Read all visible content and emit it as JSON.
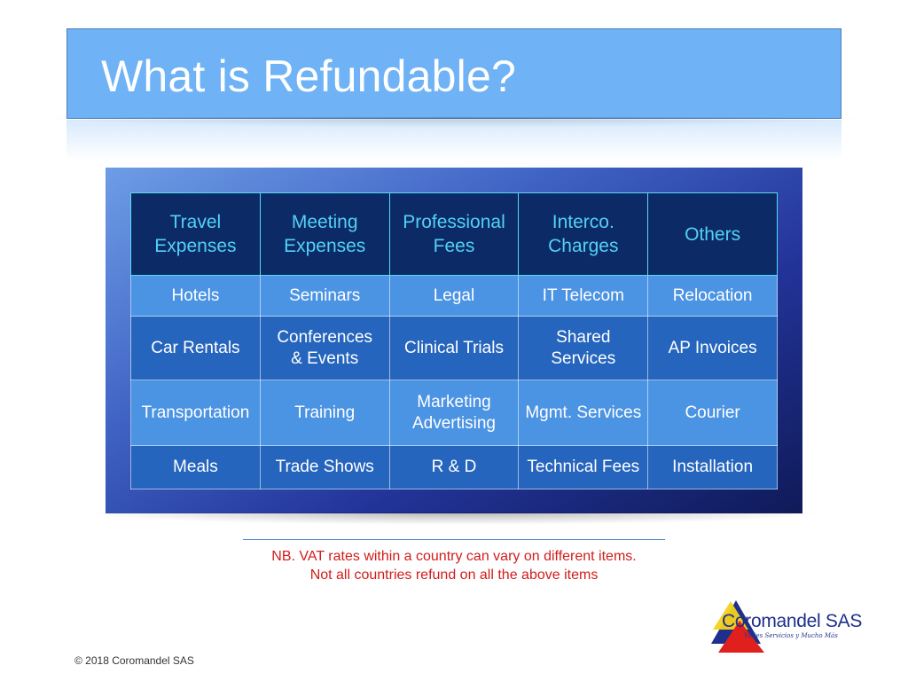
{
  "slide": {
    "title": "What is Refundable?"
  },
  "table": {
    "headers": [
      [
        "Travel",
        "Expenses"
      ],
      [
        "Meeting",
        "Expenses"
      ],
      [
        "Professional",
        "Fees"
      ],
      [
        "Interco.",
        "Charges"
      ],
      [
        "Others"
      ]
    ],
    "rows": [
      [
        [
          "Hotels"
        ],
        [
          "Seminars"
        ],
        [
          "Legal"
        ],
        [
          "IT Telecom"
        ],
        [
          "Relocation"
        ]
      ],
      [
        [
          "Car Rentals"
        ],
        [
          "Conferences",
          "& Events"
        ],
        [
          "Clinical Trials"
        ],
        [
          "Shared",
          "Services"
        ],
        [
          "AP Invoices"
        ]
      ],
      [
        [
          "Transportation"
        ],
        [
          "Training"
        ],
        [
          "Marketing",
          "Advertising"
        ],
        [
          "Mgmt. Services"
        ],
        [
          "Courier"
        ]
      ],
      [
        [
          "Meals"
        ],
        [
          "Trade Shows"
        ],
        [
          "R & D"
        ],
        [
          "Technical Fees"
        ],
        [
          "Installation"
        ]
      ]
    ]
  },
  "note": {
    "line1": "NB. VAT rates within a country can vary on different items.",
    "line2": "Not all countries refund on all the above items"
  },
  "logo": {
    "name": "Coromandel SAS",
    "tagline": "Viajes Servicios y Mucho Más",
    "colors": {
      "blue": "#1e2f8c",
      "yellow": "#f6d21a",
      "red": "#e0201c"
    }
  },
  "footer": {
    "copyright": "© 2018 Coromandel SAS"
  }
}
